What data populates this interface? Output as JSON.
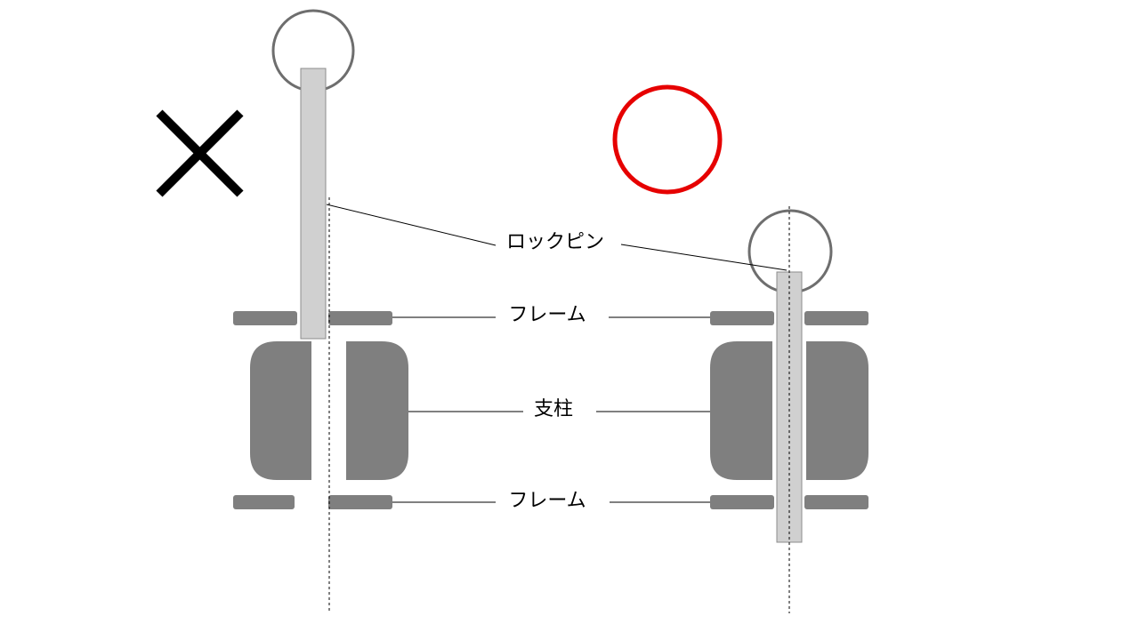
{
  "labels": {
    "lock_pin": "ロックピン",
    "frame_top": "フレーム",
    "pillar": "支柱",
    "frame_bottom": "フレーム"
  },
  "marks": {
    "incorrect": "✕",
    "correct": "〇"
  },
  "colors": {
    "part_fill": "#7f7f7f",
    "pin_fill": "#d0d0d0",
    "pin_stroke": "#8c8c8c",
    "ring_stroke": "#6e6e6e",
    "correct_mark": "#e60000",
    "incorrect_mark": "#000000",
    "leader_line": "#000000"
  }
}
